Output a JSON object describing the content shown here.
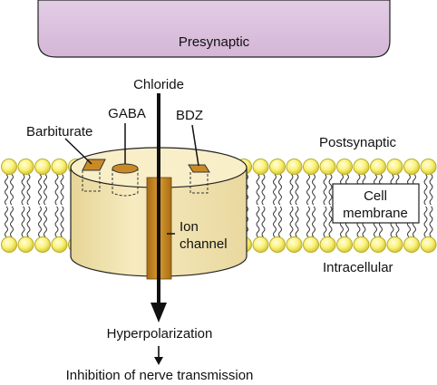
{
  "labels": {
    "presynaptic": "Presynaptic",
    "chloride": "Chloride",
    "gaba": "GABA",
    "barbiturate": "Barbiturate",
    "bdz": "BDZ",
    "postsynaptic": "Postsynaptic",
    "cell_membrane_line1": "Cell",
    "cell_membrane_line2": "membrane",
    "ion_channel_line1": "Ion",
    "ion_channel_line2": "channel",
    "intracellular": "Intracellular",
    "hyperpolarization": "Hyperpolarization",
    "inhibition": "Inhibition of nerve transmission"
  },
  "colors": {
    "presynaptic_fill": "#dbbfdd",
    "lipid_head_fill": "#fbf279",
    "lipid_head_stroke": "#b8ad28",
    "channel_body": "#f3e6b2",
    "channel_top": "#f8efc8",
    "pore": "#c98a26",
    "binding_site": "#c98a26"
  }
}
